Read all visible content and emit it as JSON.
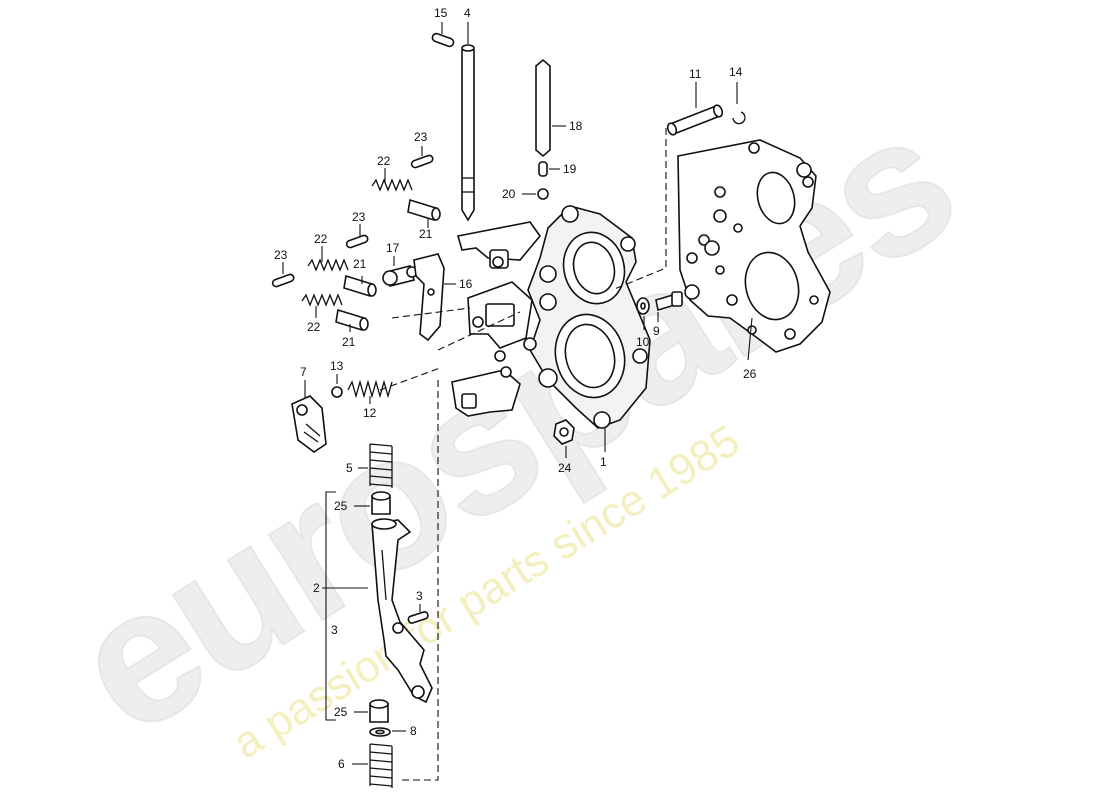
{
  "watermark": {
    "brand": "eurospares",
    "tagline": "a passion for parts since 1985"
  },
  "callouts": {
    "c1": "1",
    "c2": "2",
    "c3a": "3",
    "c3b": "3",
    "c4": "4",
    "c5": "5",
    "c6": "6",
    "c7": "7",
    "c8": "8",
    "c9": "9",
    "c10": "10",
    "c11": "11",
    "c12": "12",
    "c13": "13",
    "c14": "14",
    "c15": "15",
    "c16": "16",
    "c17": "17",
    "c18": "18",
    "c19": "19",
    "c20": "20",
    "c21a": "21",
    "c21b": "21",
    "c21c": "21",
    "c22a": "22",
    "c22b": "22",
    "c22c": "22",
    "c23a": "23",
    "c23b": "23",
    "c23c": "23",
    "c24": "24",
    "c25a": "25",
    "c25b": "25",
    "c26": "26"
  }
}
